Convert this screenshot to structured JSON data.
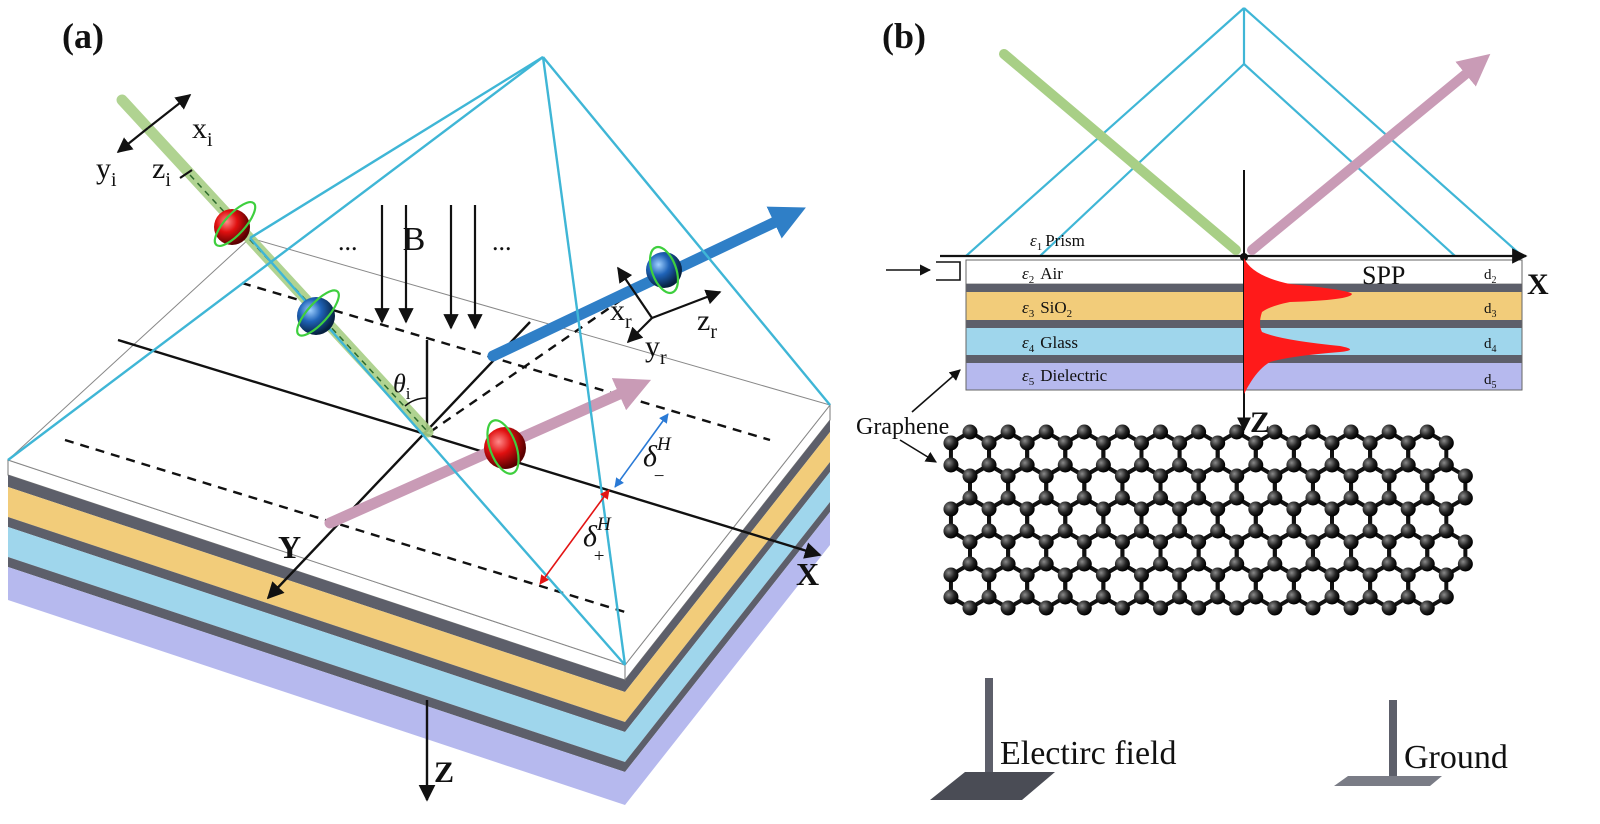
{
  "panel_a": {
    "label": "(a)",
    "field_label": "B",
    "dots_left": "...",
    "dots_right": "...",
    "axis_x": "X",
    "axis_y": "Y",
    "axis_z": "Z",
    "incident_frame": {
      "x": "x",
      "x_sub": "i",
      "y": "y",
      "y_sub": "i",
      "z": "z",
      "z_sub": "i"
    },
    "reflected_frame": {
      "x": "x",
      "x_sub": "r",
      "y": "y",
      "y_sub": "r",
      "z": "z",
      "z_sub": "r"
    },
    "angle": {
      "symbol": "θ",
      "sub": "i"
    },
    "delta_minus": {
      "symbol": "δ",
      "sup": "H",
      "sub": "−"
    },
    "delta_plus": {
      "symbol": "δ",
      "sup": "H",
      "sub": "+"
    }
  },
  "panel_b": {
    "label": "(b)",
    "layers": [
      {
        "eps": "ε",
        "eps_sub": "1",
        "name": "Prism",
        "name_sub": "",
        "thickness": "",
        "thickness_sub": ""
      },
      {
        "eps": "ε",
        "eps_sub": "2",
        "name": "Air",
        "name_sub": "",
        "thickness": "d",
        "thickness_sub": "2"
      },
      {
        "eps": "ε",
        "eps_sub": "3",
        "name": "SiO",
        "name_sub": "2",
        "thickness": "d",
        "thickness_sub": "3"
      },
      {
        "eps": "ε",
        "eps_sub": "4",
        "name": "Glass",
        "name_sub": "",
        "thickness": "d",
        "thickness_sub": "4"
      },
      {
        "eps": "ε",
        "eps_sub": "5",
        "name": "Dielectric",
        "name_sub": "",
        "thickness": "d",
        "thickness_sub": "5"
      }
    ],
    "spp_label": "SPP",
    "axis_x": "X",
    "axis_z": "Z",
    "graphene_label": "Graphene",
    "electrode_left": "Electirc field",
    "electrode_right": "Ground"
  },
  "colors": {
    "prism": "#3fb6d6",
    "incident_beam": "#a8cf86",
    "reflected_beam_up": "#2f7fc7",
    "reflected_beam_down": "#c99bb6",
    "gold_layer": "#f2cc7a",
    "blue_layer": "#9fd6ec",
    "dielectric_layer": "#b6b9ee",
    "graphene_layer": "#5d5f6a",
    "spp_field": "#ff1a1a"
  }
}
